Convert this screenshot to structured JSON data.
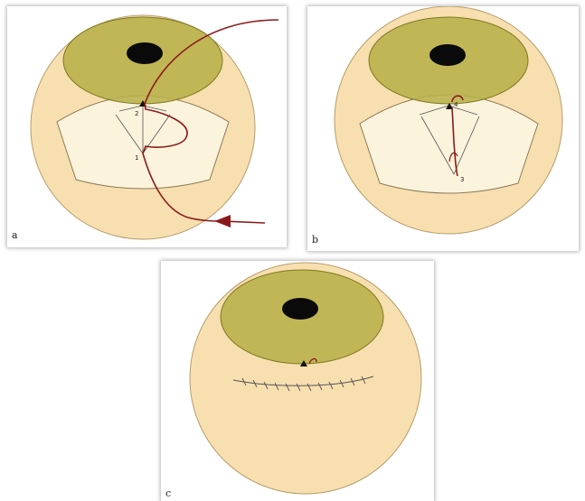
{
  "panels": [
    {
      "letter": "a",
      "point_labels": [
        "2",
        "1"
      ]
    },
    {
      "letter": "b",
      "point_labels": [
        "4",
        "3"
      ]
    },
    {
      "letter": "c"
    }
  ],
  "colors": {
    "globe": "#f7dfaf",
    "globe_edge": "#b79c6c",
    "cornea": "#b8b04a",
    "cornea_edge": "#7e7820",
    "pupil": "#0a0a0a",
    "flap": "#fbf3dc",
    "suture": "#8b1a1a"
  }
}
